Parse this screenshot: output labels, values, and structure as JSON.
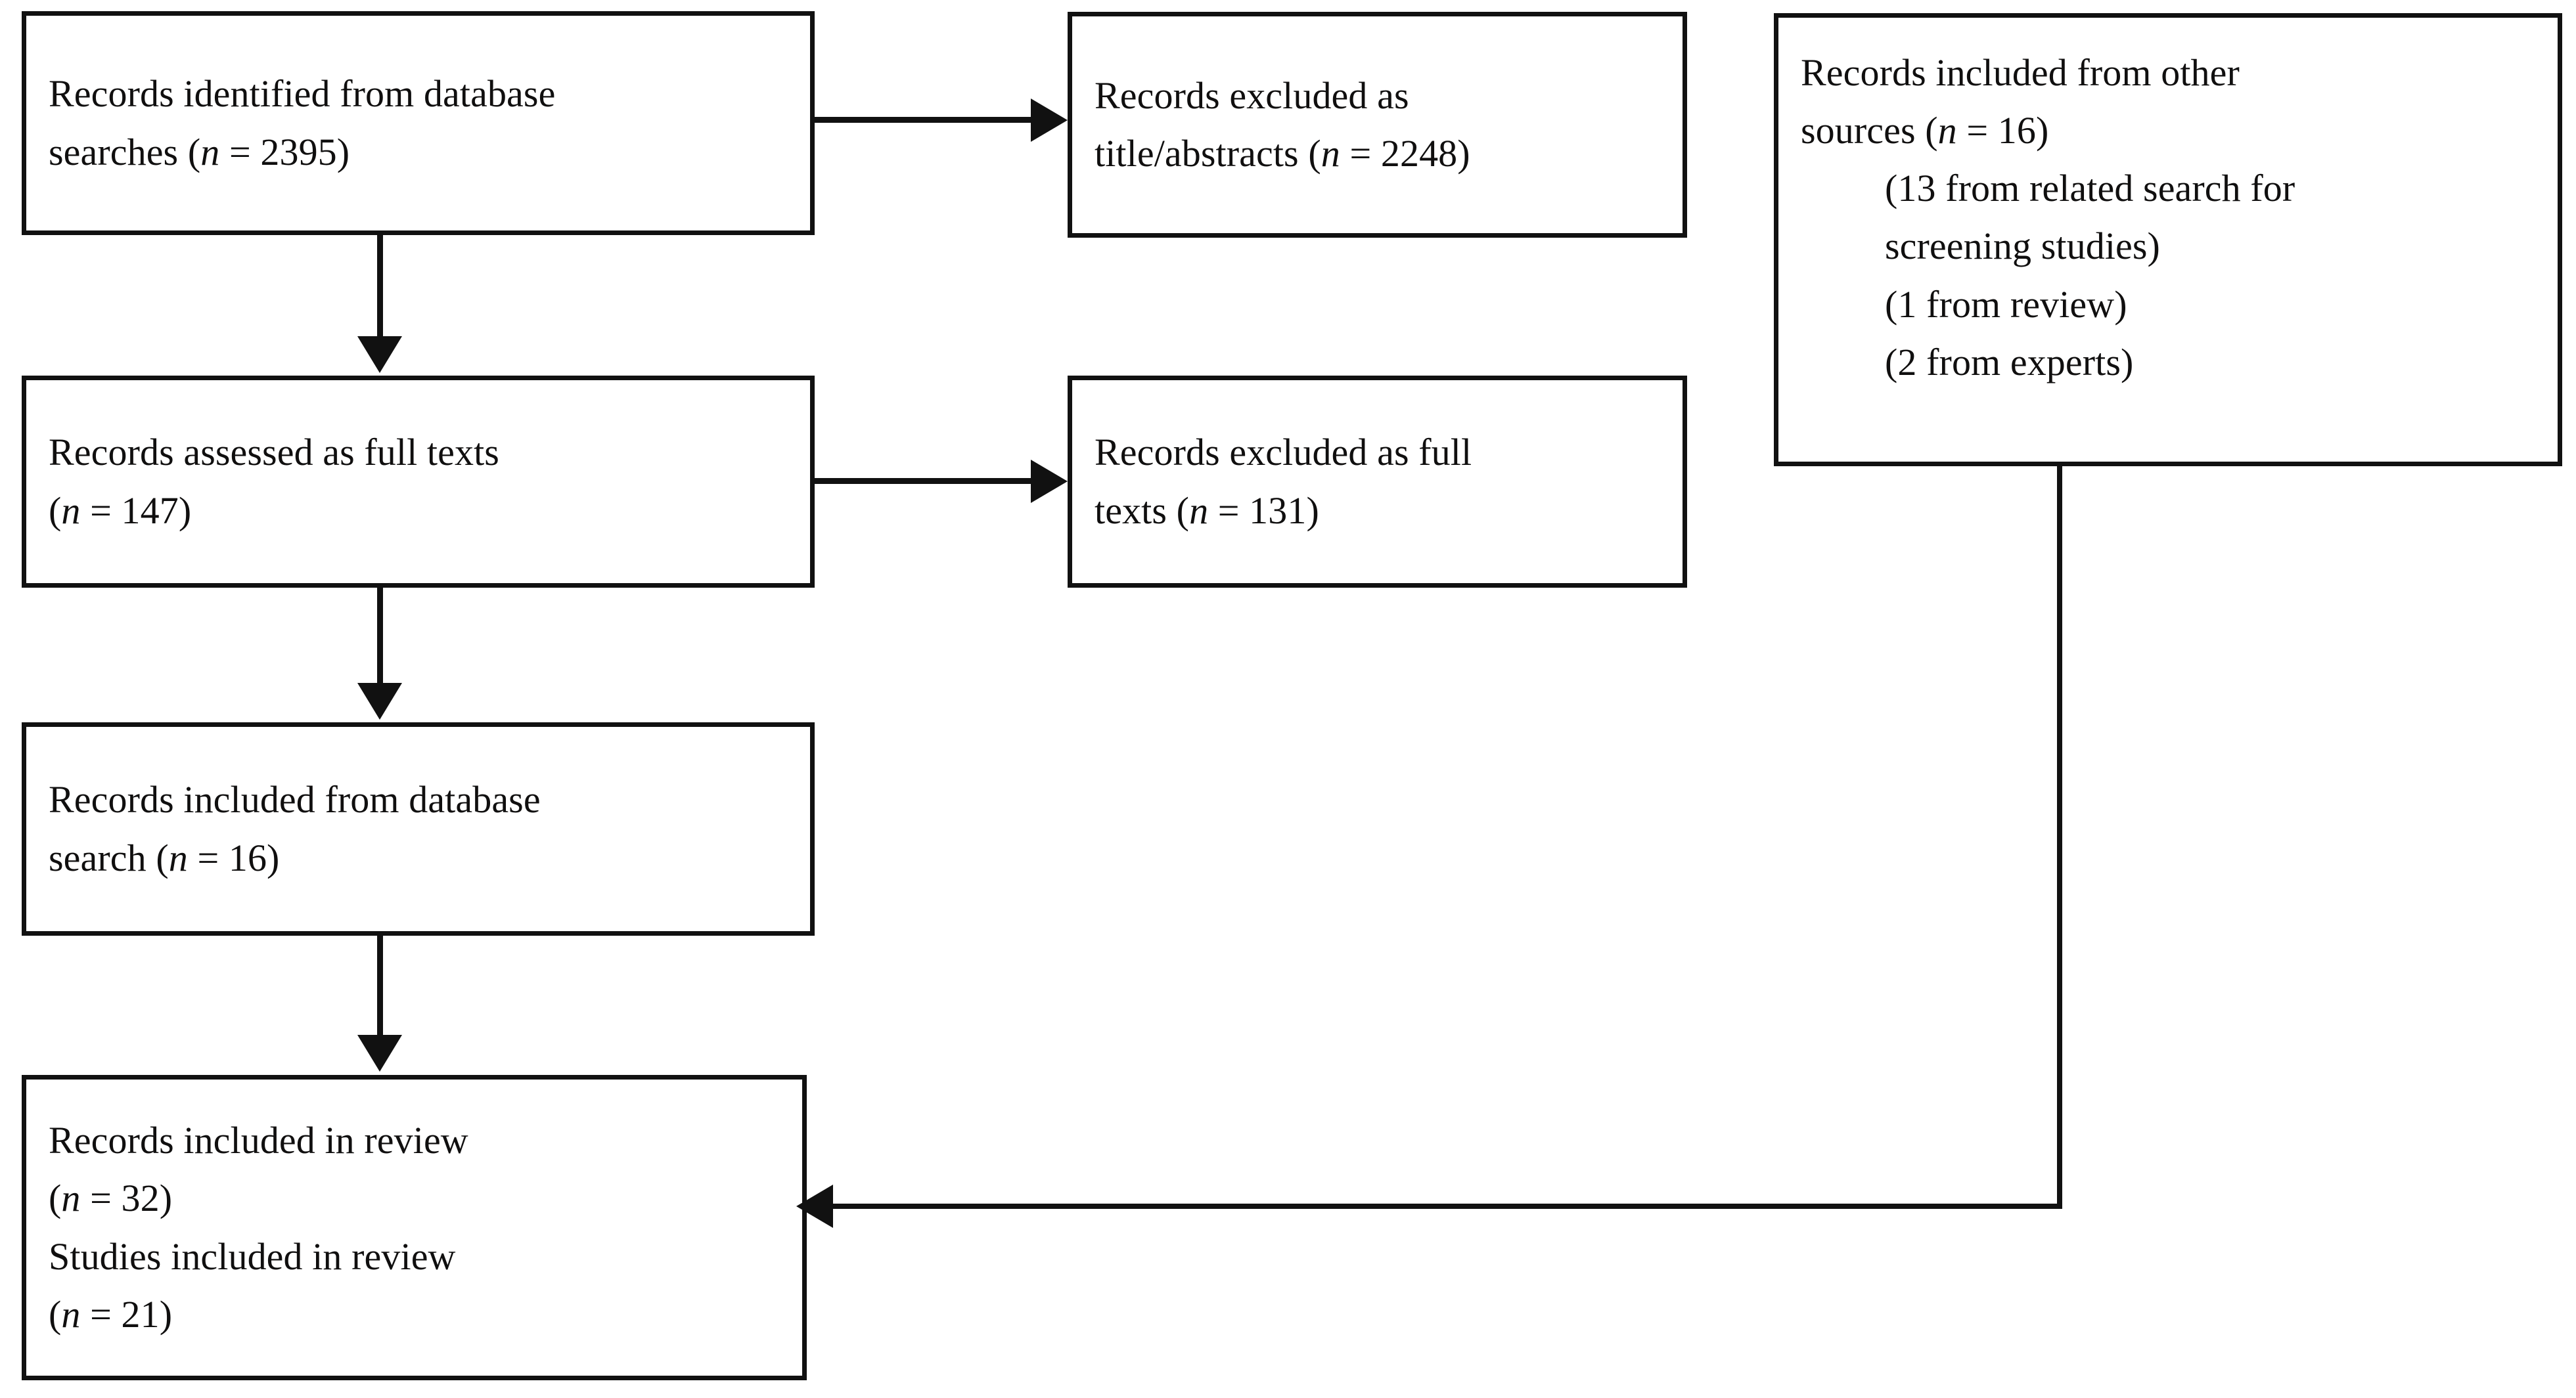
{
  "diagram": {
    "type": "prisma-flow-diagram",
    "title": "PRISMA study selection flow",
    "line_color": "#111111",
    "box_border_color": "#111111",
    "background_color": "#ffffff",
    "text_color": "#100f0f"
  },
  "boxes": {
    "identified": {
      "id": "records-identified-from-database-searches",
      "lines": [
        {
          "text": "Records identified from database"
        },
        {
          "pre": "searches (",
          "italic": "n",
          "post": " = 2395)"
        }
      ],
      "n_label": "n",
      "count": 2395
    },
    "excluded_title_abstract": {
      "id": "records-excluded-as-title-abstracts",
      "lines": [
        {
          "text": "Records excluded as"
        },
        {
          "pre": "title/abstracts (",
          "italic": "n",
          "post": " = 2248)"
        }
      ],
      "n_label": "n",
      "count": 2248
    },
    "other_sources": {
      "id": "records-included-from-other-sources",
      "lines": [
        {
          "text": "Records included from other",
          "indent": false
        },
        {
          "pre": "sources (",
          "italic": "n",
          "post": " = 16)",
          "indent": false
        },
        {
          "text": "(13 from related search for",
          "indent": true
        },
        {
          "text": "screening studies)",
          "indent": true
        },
        {
          "text": "(1 from review)",
          "indent": true
        },
        {
          "text": "(2 from experts)",
          "indent": true
        }
      ],
      "n_label": "n",
      "count": 16,
      "breakdown": [
        {
          "count": 13,
          "source": "related search for screening studies"
        },
        {
          "count": 1,
          "source": "review"
        },
        {
          "count": 2,
          "source": "experts"
        }
      ]
    },
    "assessed_full_texts": {
      "id": "records-assessed-as-full-texts",
      "lines": [
        {
          "text": "Records assessed as full texts"
        },
        {
          "pre": "(",
          "italic": "n",
          "post": " = 147)"
        }
      ],
      "n_label": "n",
      "count": 147
    },
    "excluded_full_texts": {
      "id": "records-excluded-as-full-texts",
      "lines": [
        {
          "text": "Records excluded as full"
        },
        {
          "pre": "texts (",
          "italic": "n",
          "post": " = 131)"
        }
      ],
      "n_label": "n",
      "count": 131
    },
    "included_from_database": {
      "id": "records-included-from-database-search",
      "lines": [
        {
          "text": "Records included from database"
        },
        {
          "pre": "search (",
          "italic": "n",
          "post": " = 16)"
        }
      ],
      "n_label": "n",
      "count": 16
    },
    "included_in_review": {
      "id": "records-and-studies-included-in-review",
      "lines": [
        {
          "text": "Records included in review"
        },
        {
          "pre": "(",
          "italic": "n",
          "post": " = 32)"
        },
        {
          "text": "Studies included in review"
        },
        {
          "pre": "(",
          "italic": "n",
          "post": " = 21)"
        }
      ],
      "n_label": "n",
      "records_count": 32,
      "studies_count": 21
    }
  },
  "connectors": [
    {
      "name": "identified-to-excluded-title-abstract",
      "from": "identified",
      "to": "excluded_title_abstract",
      "direction": "right"
    },
    {
      "name": "identified-to-assessed",
      "from": "identified",
      "to": "assessed_full_texts",
      "direction": "down"
    },
    {
      "name": "assessed-to-excluded-full-texts",
      "from": "assessed_full_texts",
      "to": "excluded_full_texts",
      "direction": "right"
    },
    {
      "name": "assessed-to-included-database",
      "from": "assessed_full_texts",
      "to": "included_from_database",
      "direction": "down"
    },
    {
      "name": "included-database-to-included-review",
      "from": "included_from_database",
      "to": "included_in_review",
      "direction": "down"
    },
    {
      "name": "other-sources-to-included-review",
      "from": "other_sources",
      "to": "included_in_review",
      "direction": "down-then-left"
    }
  ]
}
